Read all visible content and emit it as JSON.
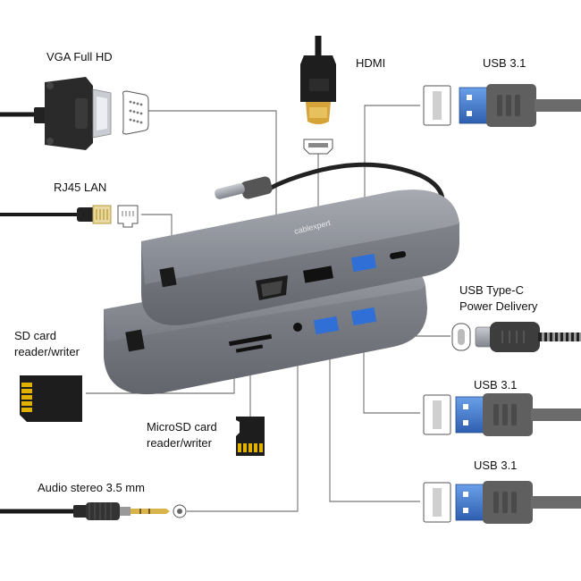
{
  "labels": {
    "vga": "VGA Full HD",
    "hdmi": "HDMI",
    "usb31_top": "USB 3.1",
    "rj45": "RJ45 LAN",
    "usbc_line1": "USB Type-C",
    "usbc_line2": "Power Delivery",
    "sd_line1": "SD card",
    "sd_line2": "reader/writer",
    "usb31_mid": "USB 3.1",
    "microsd_line1": "MicroSD card",
    "microsd_line2": "reader/writer",
    "usb31_bottom": "USB 3.1",
    "audio": "Audio stereo 3.5 mm"
  },
  "device": {
    "brand": "cablexpert",
    "body_color": "#7d8088",
    "port_blue": "#2f6fd6"
  },
  "colors": {
    "leader_line": "#555555",
    "cable": "#1a1a1a",
    "usb_cable": "#6b6b6b",
    "sd_gold": "#e2b100"
  }
}
